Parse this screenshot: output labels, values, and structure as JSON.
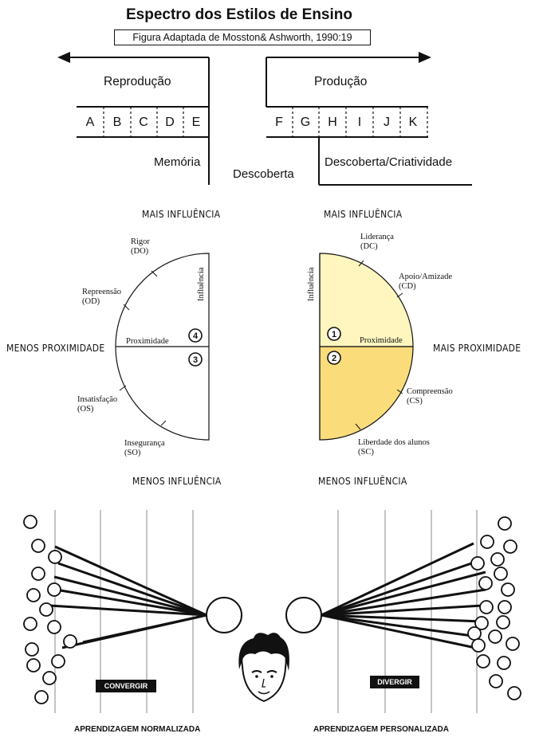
{
  "header": {
    "title": "Espectro dos Estilos de Ensino",
    "subtitle": "Figura Adaptada de Mosston& Ashworth, 1990:19"
  },
  "spectrum": {
    "left_label": "Reprodução",
    "right_label": "Produção",
    "letters_left": [
      "A",
      "B",
      "C",
      "D",
      "E"
    ],
    "letters_right": [
      "F",
      "G",
      "H",
      "I",
      "J",
      "K"
    ],
    "memory_label": "Memória",
    "discovery_label": "Descoberta",
    "creativity_label": "Descoberta/Criatividade"
  },
  "circles": {
    "more_influence_left": "MAIS INFLUÊNCIA",
    "more_influence_right": "MAIS INFLUÊNCIA",
    "less_influence_left": "MENOS INFLUÊNCIA",
    "less_influence_right": "MENOS INFLUÊNCIA",
    "less_proximity": "MENOS PROXIMIDADE",
    "more_proximity": "MAIS PROXIMIDADE",
    "left": {
      "influence_axis": "Influência",
      "proximity_axis": "Proximidade",
      "badge_upper": "4",
      "badge_lower": "3",
      "labels": [
        {
          "name": "Rigor",
          "code": "(DO)"
        },
        {
          "name": "Repreensão",
          "code": "(OD)"
        },
        {
          "name": "Insatisfação",
          "code": "(OS)"
        },
        {
          "name": "Insegurança",
          "code": "(SO)"
        }
      ]
    },
    "right": {
      "influence_axis": "Influência",
      "proximity_axis": "Proximidade",
      "badge_upper": "1",
      "badge_lower": "2",
      "labels": [
        {
          "name": "Liderança",
          "code": "(DC)"
        },
        {
          "name": "Apoio/Amizade",
          "code": "(CD)"
        },
        {
          "name": "Compreensão",
          "code": "(CS)"
        },
        {
          "name": "Liberdade dos alunos",
          "code": "(SC)"
        }
      ]
    },
    "colors": {
      "upper_fill": "#fff6bf",
      "lower_fill": "#fadc7a"
    }
  },
  "learning": {
    "converge_label": "CONVERGIR",
    "diverge_label": "DIVERGIR",
    "normalized_label": "APRENDIZAGEM NORMALIZADA",
    "personalized_label": "APRENDIZAGEM PERSONALIZADA",
    "face_icon": "face-icon"
  }
}
